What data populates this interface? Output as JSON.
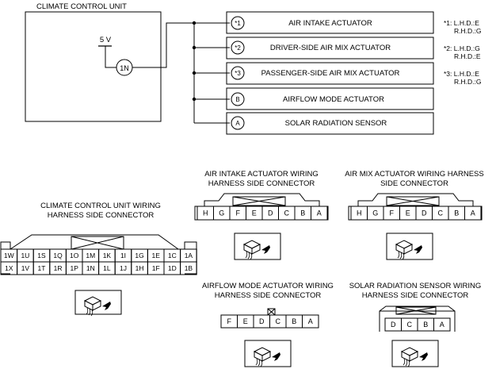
{
  "unit": {
    "title": "CLIMATE CONTROL UNIT",
    "voltage": "5 V",
    "terminal": "1N"
  },
  "components": [
    {
      "marker": "*1",
      "label": "AIR INTAKE ACTUATOR"
    },
    {
      "marker": "*2",
      "label": "DRIVER-SIDE AIR MIX ACTUATOR"
    },
    {
      "marker": "*3",
      "label": "PASSENGER-SIDE AIR MIX ACTUATOR"
    },
    {
      "marker": "B",
      "label": "AIRFLOW MODE ACTUATOR"
    },
    {
      "marker": "A",
      "label": "SOLAR RADIATION SENSOR"
    }
  ],
  "notes": [
    {
      "line1": "*1: L.H.D.:E",
      "line2": "R.H.D.:G"
    },
    {
      "line1": "*2: L.H.D.:G",
      "line2": "R.H.D.:E"
    },
    {
      "line1": "*3: L.H.D.:E",
      "line2": "R.H.D.:G"
    }
  ],
  "connectors": {
    "ccu": {
      "title1": "CLIMATE CONTROL UNIT WIRING",
      "title2": "HARNESS SIDE CONNECTOR",
      "top": [
        "1W",
        "1U",
        "1S",
        "1Q",
        "1O",
        "1M",
        "1K",
        "1I",
        "1G",
        "1E",
        "1C",
        "1A"
      ],
      "bottom": [
        "1X",
        "1V",
        "1T",
        "1R",
        "1P",
        "1N",
        "1L",
        "1J",
        "1H",
        "1F",
        "1D",
        "1B"
      ]
    },
    "intake": {
      "title1": "AIR INTAKE ACTUATOR WIRING",
      "title2": "HARNESS SIDE CONNECTOR",
      "pins": [
        "H",
        "G",
        "F",
        "E",
        "D",
        "C",
        "B",
        "A"
      ]
    },
    "airmix": {
      "title1": "AIR MIX ACTUATOR WIRING HARNESS",
      "title2": "SIDE CONNECTOR",
      "pins": [
        "H",
        "G",
        "F",
        "E",
        "D",
        "C",
        "B",
        "A"
      ]
    },
    "airflow": {
      "title1": "AIRFLOW MODE ACTUATOR WIRING",
      "title2": "HARNESS SIDE CONNECTOR",
      "pins": [
        "F",
        "E",
        "D",
        "C",
        "B",
        "A"
      ]
    },
    "solar": {
      "title1": "SOLAR RADIATION SENSOR WIRING",
      "title2": "HARNESS SIDE CONNECTOR",
      "pins": [
        "D",
        "C",
        "B",
        "A"
      ]
    }
  }
}
